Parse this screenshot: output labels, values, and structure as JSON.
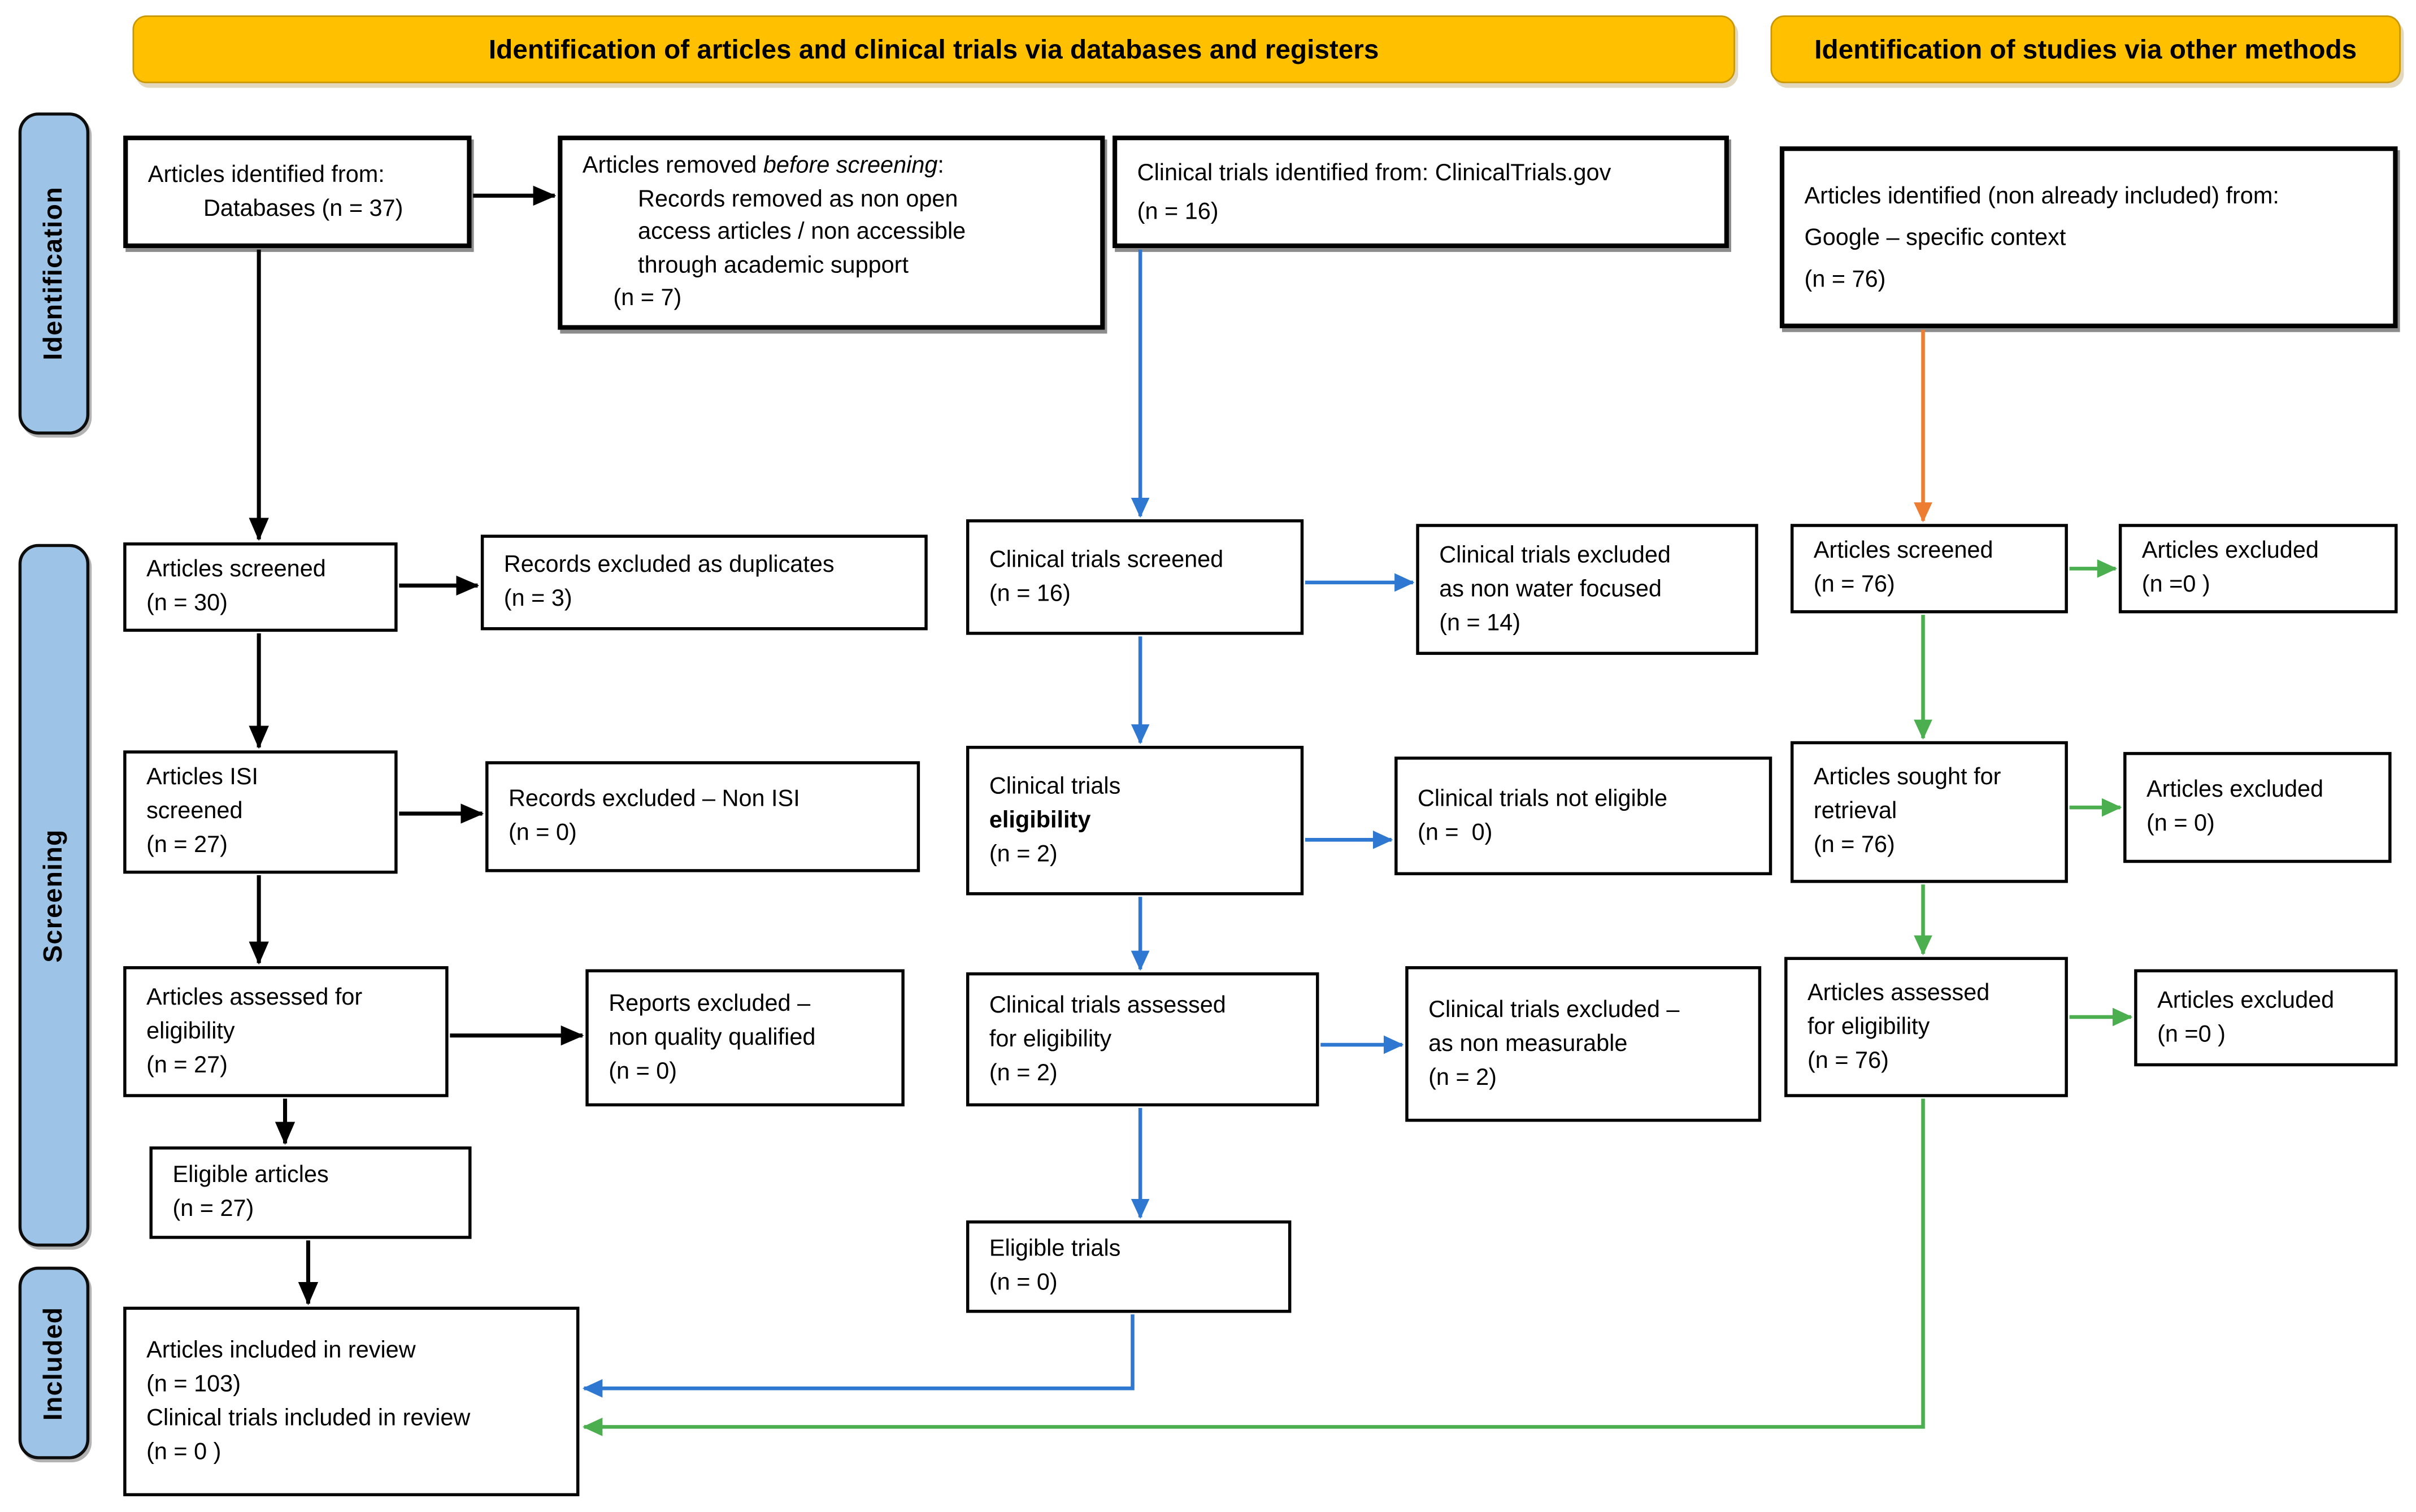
{
  "headers": {
    "databases": "Identification of articles and clinical trials via databases and registers",
    "other": "Identification of studies via other methods"
  },
  "stages": {
    "identification": "Identification",
    "screening": "Screening",
    "included": "Included"
  },
  "colors": {
    "banner_fill": "#FFC000",
    "stage_fill": "#9DC3E6",
    "arrow_black": "#000000",
    "arrow_blue": "#2E78D2",
    "arrow_green": "#4BAE4F",
    "arrow_orange": "#ED7D31"
  },
  "boxes": {
    "articles_identified": {
      "l1": "Articles identified from:",
      "l2": "Databases (n = 37)"
    },
    "articles_removed": {
      "l1_pre": "Articles removed ",
      "l1_em": "before screening",
      "l1_post": ":",
      "l2": "Records removed as non open access articles / non accessible through academic support",
      "l3": "(n = 7)"
    },
    "trials_identified": {
      "l1": "Clinical trials identified from: ClinicalTrials.gov",
      "l2": "(n = 16)"
    },
    "other_identified": {
      "l1": "Articles identified (non already included) from:",
      "l2": "Google – specific context",
      "l3": "(n = 76)"
    },
    "articles_screened": {
      "l1": "Articles screened",
      "l2": "(n = 30)"
    },
    "records_excluded_duplicates": {
      "l1": "Records excluded as duplicates",
      "l2": "(n = 3)"
    },
    "articles_isi_screened": {
      "l1": "Articles ISI",
      "l2": "screened",
      "l3": "(n = 27)"
    },
    "records_excluded_non_isi": {
      "l1": "Records excluded – Non ISI",
      "l2": "(n = 0)"
    },
    "articles_assessed": {
      "l1": "Articles assessed for",
      "l2": "eligibility",
      "l3": "(n = 27)"
    },
    "reports_excluded": {
      "l1": "Reports excluded –",
      "l2": "non quality qualified",
      "l3": "(n = 0)"
    },
    "eligible_articles": {
      "l1": "Eligible articles",
      "l2": "(n = 27)"
    },
    "included_review": {
      "l1": "Articles included in review",
      "l2": "(n = 103)",
      "l3": "Clinical trials included in review",
      "l4": "(n = 0 )"
    },
    "trials_screened": {
      "l1": "Clinical trials screened",
      "l2": "(n = 16)"
    },
    "trials_excluded_water": {
      "l1": "Clinical trials excluded",
      "l2": "as non water focused",
      "l3": "(n = 14)"
    },
    "trials_eligibility": {
      "l1": "Clinical trials",
      "l2_bold": "eligibility",
      "l3": "(n = 2)"
    },
    "trials_not_eligible": {
      "l1": "Clinical trials not eligible",
      "l2": "(n =  0)"
    },
    "trials_assessed": {
      "l1": "Clinical trials assessed",
      "l2": "for eligibility",
      "l3": "(n = 2)"
    },
    "trials_excluded_measurable": {
      "l1": "Clinical trials excluded –",
      "l2": "as non measurable",
      "l3": "(n = 2)"
    },
    "eligible_trials": {
      "l1": "Eligible trials",
      "l2": "(n = 0)"
    },
    "other_screened": {
      "l1": "Articles screened",
      "l2": "(n = 76)"
    },
    "other_excluded_screening": {
      "l1": "Articles excluded",
      "l2": "(n =0 )"
    },
    "other_sought": {
      "l1": "Articles sought for",
      "l2": "retrieval",
      "l3": "(n = 76)"
    },
    "other_excluded_retrieval": {
      "l1": "Articles excluded",
      "l2": "(n = 0)"
    },
    "other_assessed": {
      "l1": "Articles assessed",
      "l2": "for eligibility",
      "l3": "(n = 76)"
    },
    "other_excluded_eligibility": {
      "l1": "Articles excluded",
      "l2": "(n =0 )"
    }
  }
}
